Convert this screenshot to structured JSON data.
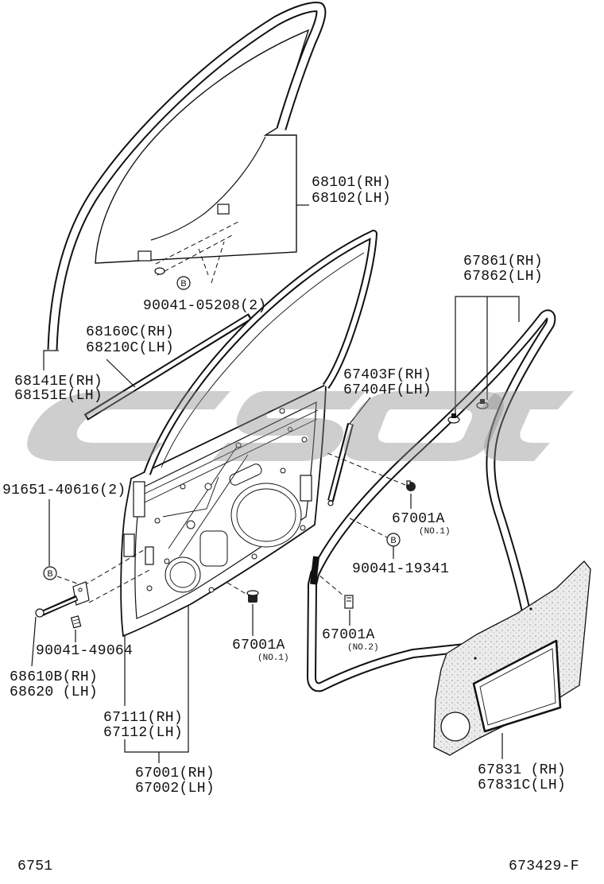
{
  "parts": {
    "window_glass": {
      "rh": "68101(RH)",
      "lh": "68102(LH)"
    },
    "glass_bolt": {
      "ref": "B",
      "number": "90041-05208(2)"
    },
    "belt_moulding": {
      "rh": "68160C(RH)",
      "lh": "68210C(LH)"
    },
    "run_channel": {
      "rh": "68141E(RH)",
      "lh": "68151E(LH)"
    },
    "weatherstrip_clip": {
      "rh": "67861(RH)",
      "lh": "67862(LH)"
    },
    "glass_run": {
      "rh": "67403F(RH)",
      "lh": "67404F(LH)"
    },
    "hinge_bolt": {
      "ref": "B",
      "number": "91651-40616(2)"
    },
    "plug_upper": {
      "number": "67001A",
      "note": "(NO.1)"
    },
    "door_bolt": {
      "ref": "B",
      "number": "90041-19341"
    },
    "check_bolt": {
      "number": "90041-49064"
    },
    "door_check": {
      "rh": "68610B(RH)",
      "lh": "68620 (LH)"
    },
    "plug_lower_1": {
      "number": "67001A",
      "note": "(NO.1)"
    },
    "plug_lower_2": {
      "number": "67001A",
      "note": "(NO.2)"
    },
    "door_outer_panel": {
      "rh": "67111(RH)",
      "lh": "67112(LH)"
    },
    "door_panel": {
      "rh": "67001(RH)",
      "lh": "67002(LH)"
    },
    "hole_cover": {
      "rh": "67831 (RH)",
      "lh": "67831C(LH)"
    }
  },
  "footer": {
    "page": "6751",
    "code": "673429-F"
  },
  "colors": {
    "line": "#111111",
    "watermark": "#8a8a8a",
    "cover_fill": "#ececec"
  }
}
